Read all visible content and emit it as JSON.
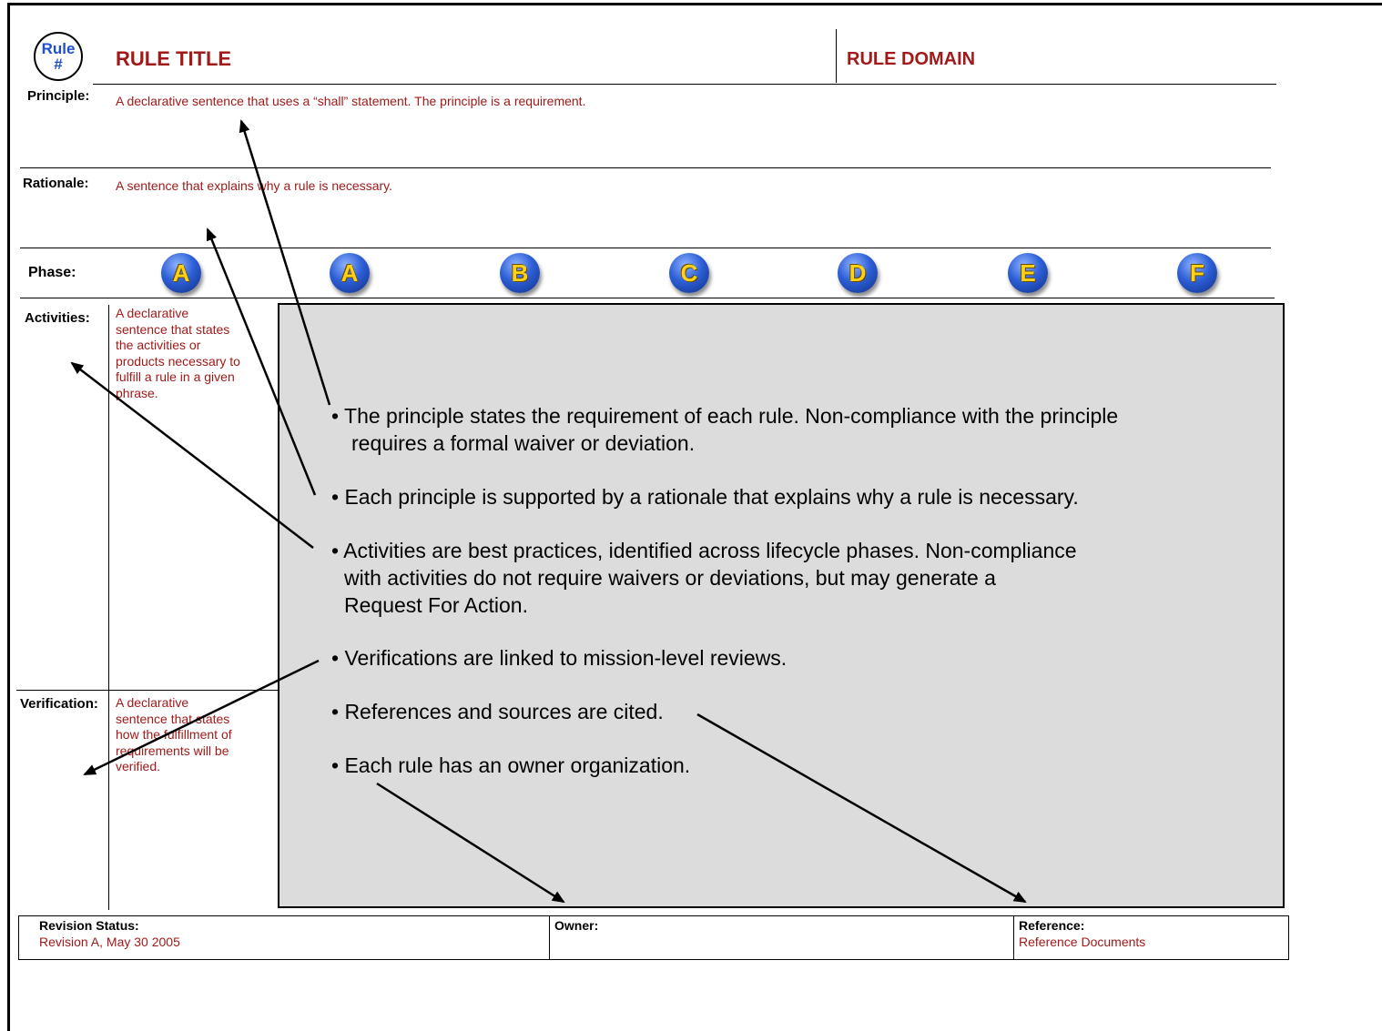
{
  "header": {
    "badge_line1": "Rule",
    "badge_line2": "#",
    "rule_title": "RULE TITLE",
    "rule_domain": "RULE DOMAIN"
  },
  "principle": {
    "label": "Principle:",
    "text": "A declarative sentence that uses a “shall” statement. The principle is a requirement."
  },
  "rationale": {
    "label": "Rationale:",
    "text": "A sentence that explains why a rule is necessary."
  },
  "phase": {
    "label": "Phase:",
    "items": [
      "A",
      "A",
      "B",
      "C",
      "D",
      "E",
      "F"
    ]
  },
  "activities": {
    "label": "Activities:",
    "text": "A declarative sentence that states the activities or products necessary to fulfill a rule in a given phrase."
  },
  "verification": {
    "label": "Verification:",
    "text": "A declarative sentence that states how the fulfillment of requirements will be verified."
  },
  "notes": [
    {
      "line1": "• The principle states the requirement of each rule. Non-compliance with the principle",
      "line2": "requires a formal waiver or deviation."
    },
    {
      "line1": "• Each principle is supported by a rationale that explains why a rule is necessary."
    },
    {
      "line1": "• Activities are best practices, identified across lifecycle phases. Non-compliance",
      "line2": "with activities do not require waivers or deviations, but may generate a",
      "line3": "Request For Action."
    },
    {
      "line1": "• Verifications are linked to mission-level reviews."
    },
    {
      "line1": "• References and sources are cited."
    },
    {
      "line1": "• Each rule has an owner organization."
    }
  ],
  "footer": {
    "revision_label": "Revision Status:",
    "revision_value": "Revision A, May 30 2005",
    "owner_label": "Owner:",
    "reference_label": "Reference:",
    "reference_value": "Reference Documents"
  }
}
